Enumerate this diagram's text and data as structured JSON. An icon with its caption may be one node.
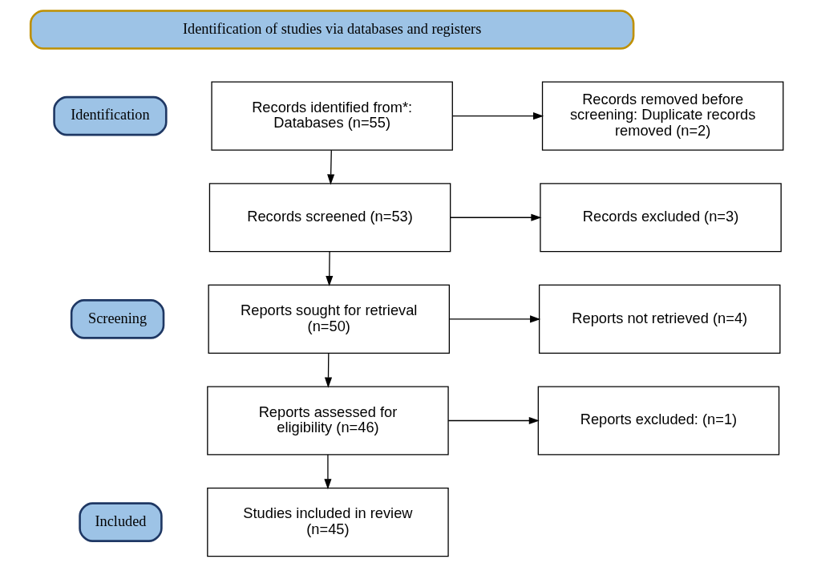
{
  "diagram": {
    "nodes": [
      {
        "text": [
          "Identification of studies via databases and registers"
        ]
      },
      {
        "text": [
          "Identification"
        ]
      },
      {
        "text": [
          "Screening"
        ]
      },
      {
        "text": [
          "Included"
        ]
      },
      {
        "text": [
          "Records identified from*: Databases (n=55)"
        ]
      },
      {
        "text": [
          "Records removed before screening: Duplicate records removed (n=2)"
        ]
      },
      {
        "text": [
          "Records screened (n=53)"
        ]
      },
      {
        "text": [
          "Records excluded (n=3)"
        ]
      },
      {
        "text": [
          "Reports sought for retrieval (n=50)"
        ]
      },
      {
        "text": [
          "Reports not retrieved (n=4)"
        ]
      },
      {
        "text": [
          "Reports assessed for eligibility (n=46)"
        ]
      },
      {
        "text": [
          "Reports excluded: (n=1)"
        ]
      },
      {
        "text": [
          "Studies included in review (n=45)"
        ]
      }
    ],
    "edges": [
      {
        "from": 4,
        "to": 5,
        "arrow": "to"
      },
      {
        "from": 4,
        "to": 6,
        "arrow": "to"
      },
      {
        "from": 6,
        "to": 7,
        "arrow": "to"
      },
      {
        "from": 6,
        "to": 8,
        "arrow": "to"
      },
      {
        "from": 8,
        "to": 9,
        "arrow": "to"
      },
      {
        "from": 8,
        "to": 10,
        "arrow": "to"
      },
      {
        "from": 10,
        "to": 11,
        "arrow": "to"
      },
      {
        "from": 10,
        "to": 12,
        "arrow": "to"
      }
    ]
  }
}
